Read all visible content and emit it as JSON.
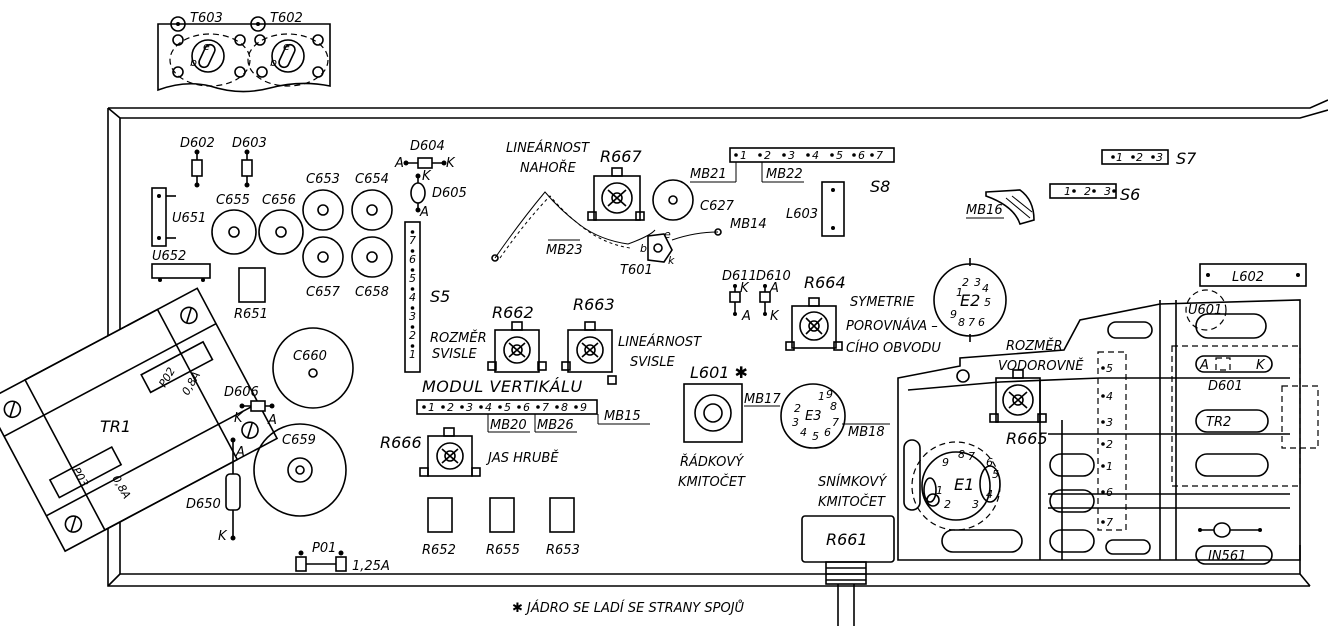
{
  "title": "MODUL VERTIKÁLU",
  "footnote": "✱  JÁDRO SE LADÍ SE STRANY SPOJŮ",
  "labels": {
    "t603": "T603",
    "t602": "T602",
    "pin_e": "e",
    "pin_b": "b",
    "d602": "D602",
    "d603": "D603",
    "d604": "D604",
    "d605": "D605",
    "d606": "D606",
    "d610": "D610",
    "d611": "D611",
    "d650": "D650",
    "d601": "D601",
    "u651": "U651",
    "u652": "U652",
    "u601": "U601",
    "c653": "C653",
    "c654": "C654",
    "c655": "C655",
    "c656": "C656",
    "c657": "C657",
    "c658": "C658",
    "c659": "C659",
    "c660": "C660",
    "c627": "C627",
    "r651": "R651",
    "r652": "R652",
    "r653": "R653",
    "r655": "R655",
    "r661": "R661",
    "r662": "R662",
    "r663": "R663",
    "r664": "R664",
    "r665": "R665",
    "r666": "R666",
    "r667": "R667",
    "l601": "L601 ✱",
    "l602": "L602",
    "l603": "L603",
    "tr1": "TR1",
    "tr2": "TR2",
    "t601": "T601",
    "p01": "P01",
    "p01_val": "1,25A",
    "p02": "P02",
    "p03": "P03",
    "fuse_val": "0,8A",
    "s5": "S5",
    "s6": "S6",
    "s7": "S7",
    "s8": "S8",
    "mb14": "MB14",
    "mb15": "MB15",
    "mb16": "MB16",
    "mb17": "MB17",
    "mb18": "MB18",
    "mb20": "MB20",
    "mb21": "MB21",
    "mb22": "MB22",
    "mb23": "MB23",
    "mb26": "MB26",
    "e1": "E1",
    "e2": "E2",
    "e3": "E3",
    "in561": "IN561",
    "anode": "A",
    "cathode": "K",
    "pin_k": "k",
    "linearity_top_1": "LINEÁRNOST",
    "linearity_top_2": "NAHOŘE",
    "size_vert_1": "ROZMĚR",
    "size_vert_2": "SVISLE",
    "linearity_vert_1": "LINEÁRNOST",
    "linearity_vert_2": "SVISLE",
    "symmetry_1": "SYMETRIE",
    "symmetry_2": "POROVNÁVA –",
    "symmetry_3": "CÍHO OBVODU",
    "size_horiz_1": "ROZMĚR",
    "size_horiz_2": "VODOROVNĚ",
    "brightness": "JAS HRUBĚ",
    "line_freq_1": "ŘÁDKOVÝ",
    "line_freq_2": "KMITOČET",
    "frame_freq_1": "SNÍMKOVÝ",
    "frame_freq_2": "KMITOČET"
  },
  "s5_pins": [
    "7",
    "6",
    "5",
    "4",
    "3",
    "2",
    "1"
  ],
  "s8_pins": [
    "1",
    "2",
    "3",
    "4",
    "5",
    "6",
    "7"
  ],
  "s6_pins": [
    "1",
    "2",
    "3"
  ],
  "s7_pins": [
    "1",
    "2",
    "3"
  ],
  "mb15_pins": [
    "1",
    "2",
    "3",
    "4",
    "5",
    "6",
    "7",
    "8",
    "9"
  ],
  "e2_pins": [
    "1",
    "2",
    "3",
    "4",
    "5",
    "6",
    "7",
    "8",
    "9"
  ],
  "e3_pins": [
    "1",
    "2",
    "3",
    "4",
    "5",
    "6",
    "7",
    "8",
    "9"
  ],
  "e1_pins": [
    "1",
    "2",
    "3",
    "4",
    "5",
    "6",
    "7",
    "8",
    "9"
  ],
  "strip_pins": [
    "5",
    "4",
    "3",
    "2",
    "1",
    "6",
    "7"
  ]
}
